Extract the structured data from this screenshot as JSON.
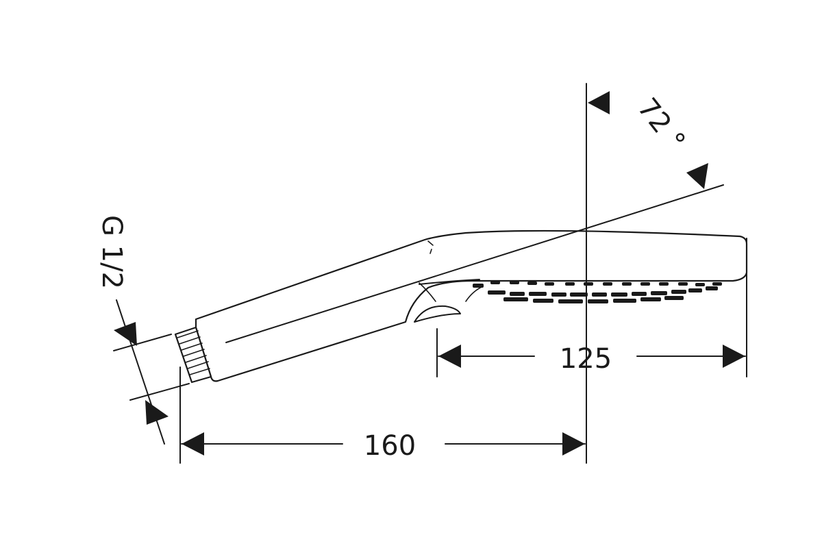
{
  "dimensions": {
    "overall_length": "160",
    "head_length": "125",
    "angle": "72 °",
    "thread": "G 1/2"
  },
  "colors": {
    "line": "#1a1a1a",
    "background": "#ffffff"
  }
}
